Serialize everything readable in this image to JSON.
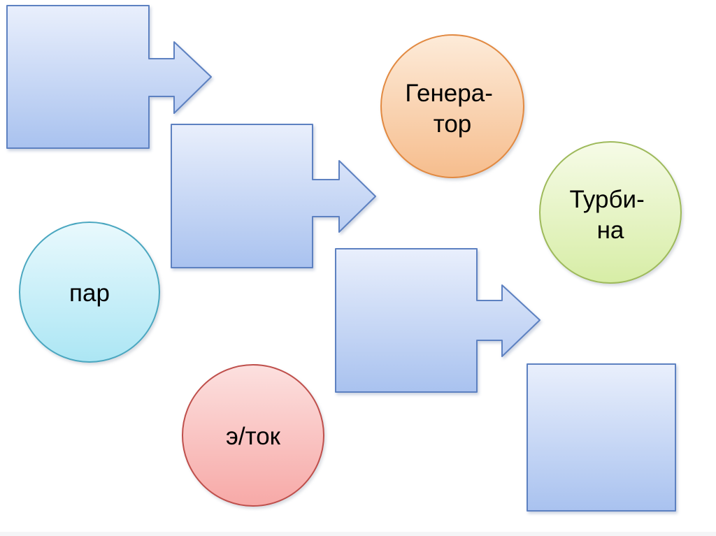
{
  "slide": {
    "background": "#ffffff",
    "footer_strip_color": "#f4f5f7",
    "text_color": "#000000"
  },
  "colors": {
    "blue": {
      "top": "#e9effc",
      "bottom": "#a9c2ef",
      "border": "#5d81c1"
    },
    "orange": {
      "top": "#fdebd9",
      "bottom": "#f6bd8d",
      "border": "#e28a42"
    },
    "green": {
      "top": "#f6fbe7",
      "bottom": "#d7eda6",
      "border": "#9eba5b"
    },
    "cyan": {
      "top": "#e9f9fd",
      "bottom": "#ace6f4",
      "border": "#4aa7c0"
    },
    "pink": {
      "top": "#fce0df",
      "bottom": "#f7a9a7",
      "border": "#bf4f4b"
    }
  },
  "squares": [
    {
      "name": "flow-square-arrow-1",
      "arrow": true,
      "label": ""
    },
    {
      "name": "flow-square-arrow-2",
      "arrow": true,
      "label": ""
    },
    {
      "name": "flow-square-arrow-3",
      "arrow": true,
      "label": ""
    },
    {
      "name": "plain-square",
      "arrow": false,
      "label": ""
    }
  ],
  "circles": [
    {
      "name": "generator-circle",
      "lines": [
        "Генера-",
        "тор"
      ]
    },
    {
      "name": "turbine-circle",
      "lines": [
        "Турби-",
        "на"
      ]
    },
    {
      "name": "steam-circle",
      "lines": [
        "пар"
      ]
    },
    {
      "name": "electric-current-circle",
      "lines": [
        "э/ток"
      ]
    }
  ]
}
